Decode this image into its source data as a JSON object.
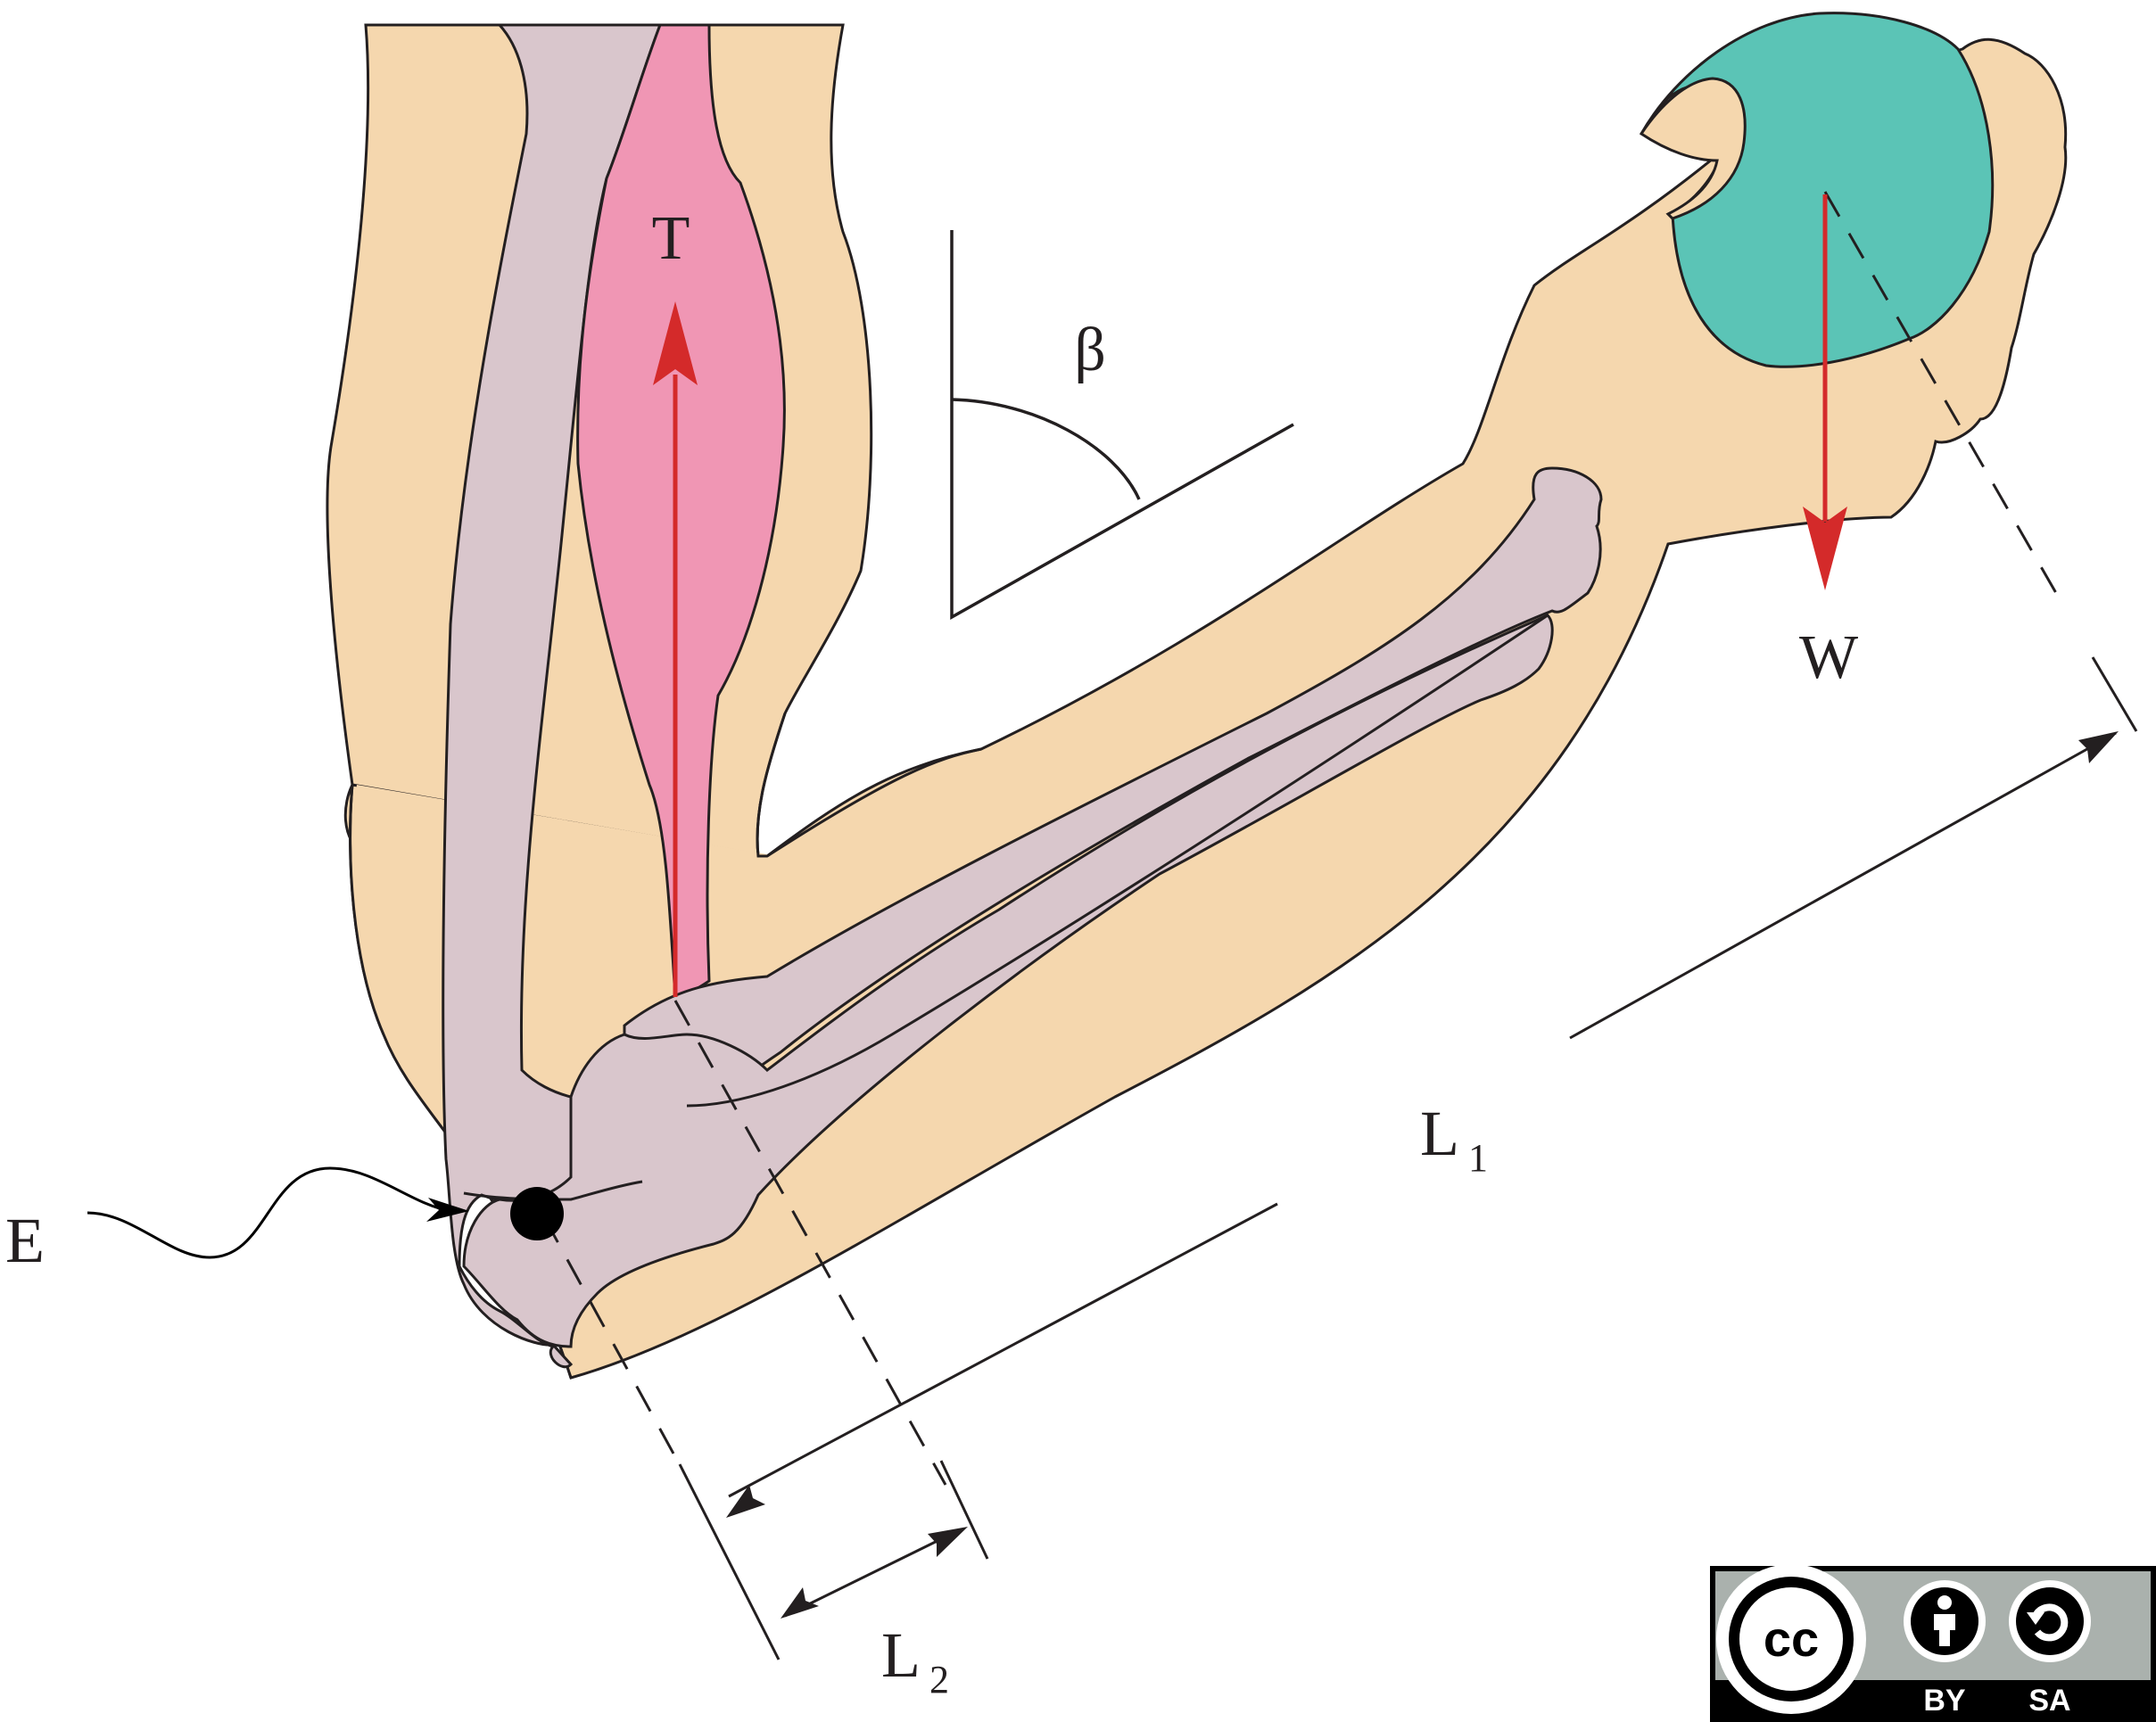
{
  "colors": {
    "skin": "#f5d7ae",
    "bone": "#d9c6cc",
    "muscle": "#f096b4",
    "ball": "#5bc4b6",
    "force_arrow": "#d42a2a",
    "ink": "#231f20",
    "badge_gray": "#aab1ad"
  },
  "labels": {
    "tension": "T",
    "weight": "W",
    "angle": "β",
    "elbow": "E",
    "lever_arm_long": "L",
    "lever_arm_long_sub": "1",
    "lever_arm_short": "L",
    "lever_arm_short_sub": "2"
  },
  "license": {
    "cc": "cc",
    "by": "BY",
    "sa": "SA"
  }
}
